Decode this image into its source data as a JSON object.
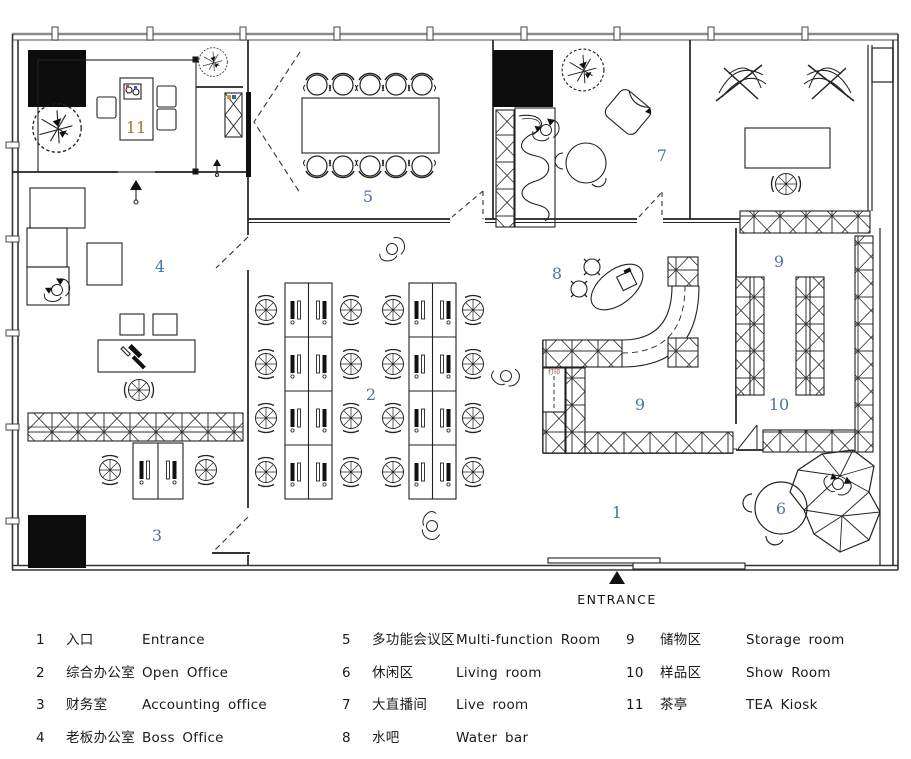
{
  "colors": {
    "room_number": "#4a74a8",
    "room_number_11": "#b07030",
    "wall": "#1a1a1a",
    "curtain_wall": "#8a8a8a"
  },
  "plan": {
    "entrance": {
      "label": "ENTRANCE"
    },
    "print_label": "打印",
    "room_numbers": {
      "n1": "1",
      "n2": "2",
      "n3": "3",
      "n4": "4",
      "n5": "5",
      "n6": "6",
      "n7": "7",
      "n8": "8",
      "n9a": "9",
      "n9b": "9",
      "n10": "10",
      "n11": "11"
    }
  },
  "legend": {
    "columns": [
      {
        "items": [
          {
            "num": "1",
            "zh": "入口",
            "en": "Entrance"
          },
          {
            "num": "2",
            "zh": "综合办公室",
            "en": "Open Office"
          },
          {
            "num": "3",
            "zh": "财务室",
            "en": "Accounting office"
          },
          {
            "num": "4",
            "zh": "老板办公室",
            "en": "Boss Office"
          }
        ]
      },
      {
        "items": [
          {
            "num": "5",
            "zh": "多功能会议区",
            "en": "Multi-function Room"
          },
          {
            "num": "6",
            "zh": "休闲区",
            "en": "Living room"
          },
          {
            "num": "7",
            "zh": "大直播间",
            "en": "Live room"
          },
          {
            "num": "8",
            "zh": "水吧",
            "en": "Water bar"
          }
        ]
      },
      {
        "items": [
          {
            "num": "9",
            "zh": "储物区",
            "en": "Storage room"
          },
          {
            "num": "10",
            "zh": "样品区",
            "en": "Show Room"
          },
          {
            "num": "11",
            "zh": "茶亭",
            "en": "TEA Kiosk"
          }
        ]
      }
    ]
  }
}
